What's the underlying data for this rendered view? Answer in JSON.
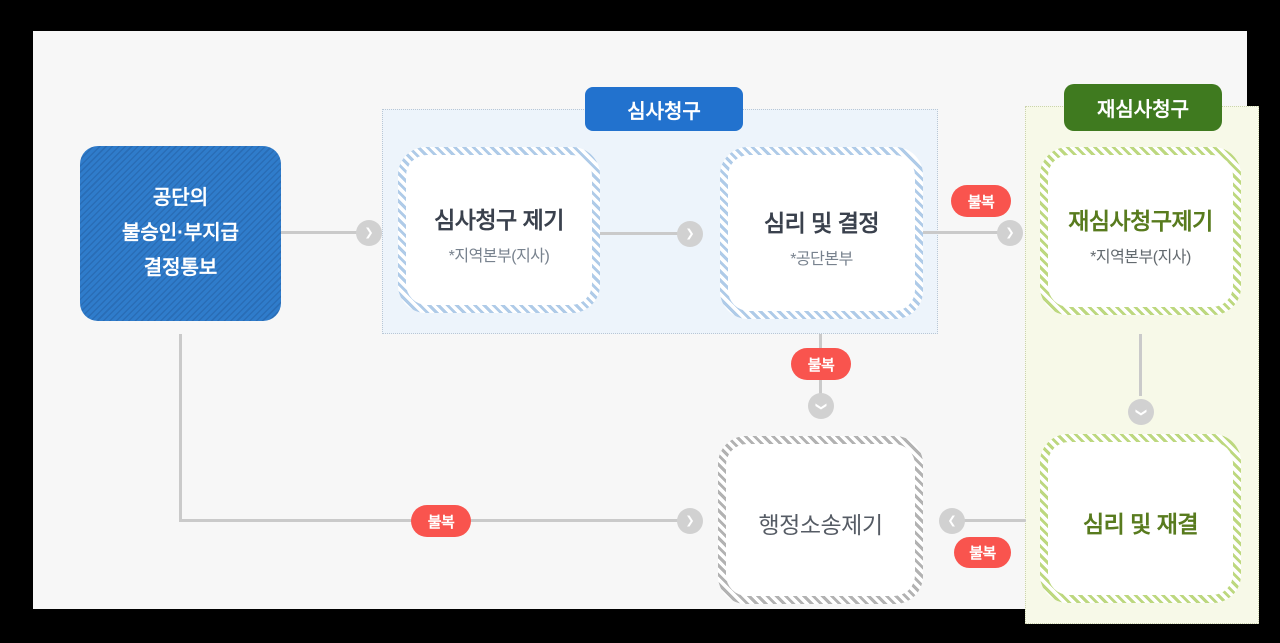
{
  "diagram": {
    "start_node": {
      "lines": [
        "공단의",
        "불승인·부지급",
        "결정통보"
      ]
    },
    "sections": {
      "simsa": {
        "badge": "심사청구",
        "boxes": {
          "file": {
            "title": "심사청구 제기",
            "subtitle": "*지역본부(지사)"
          },
          "decide": {
            "title": "심리 및 결정",
            "subtitle": "*공단본부"
          }
        }
      },
      "jaesimsa": {
        "badge": "재심사청구",
        "boxes": {
          "file": {
            "title": "재심사청구제기",
            "subtitle": "*지역본부(지사)"
          },
          "decide": {
            "title": "심리 및 재결"
          }
        }
      }
    },
    "lawsuit": {
      "title": "행정소송제기"
    },
    "appeal_label": "불복",
    "icons": {
      "chevron_right": "❯",
      "chevron_left": "❮",
      "chevron_down": "❯"
    },
    "colors": {
      "node_blue": "#2F7CCB",
      "badge_blue": "#2272CE",
      "badge_green": "#3F7A1F",
      "green_text": "#587B1E",
      "appeal_red": "#F9544E",
      "section_blue_bg": "#EDF4FB",
      "section_green_bg": "#F7F9E8"
    }
  }
}
